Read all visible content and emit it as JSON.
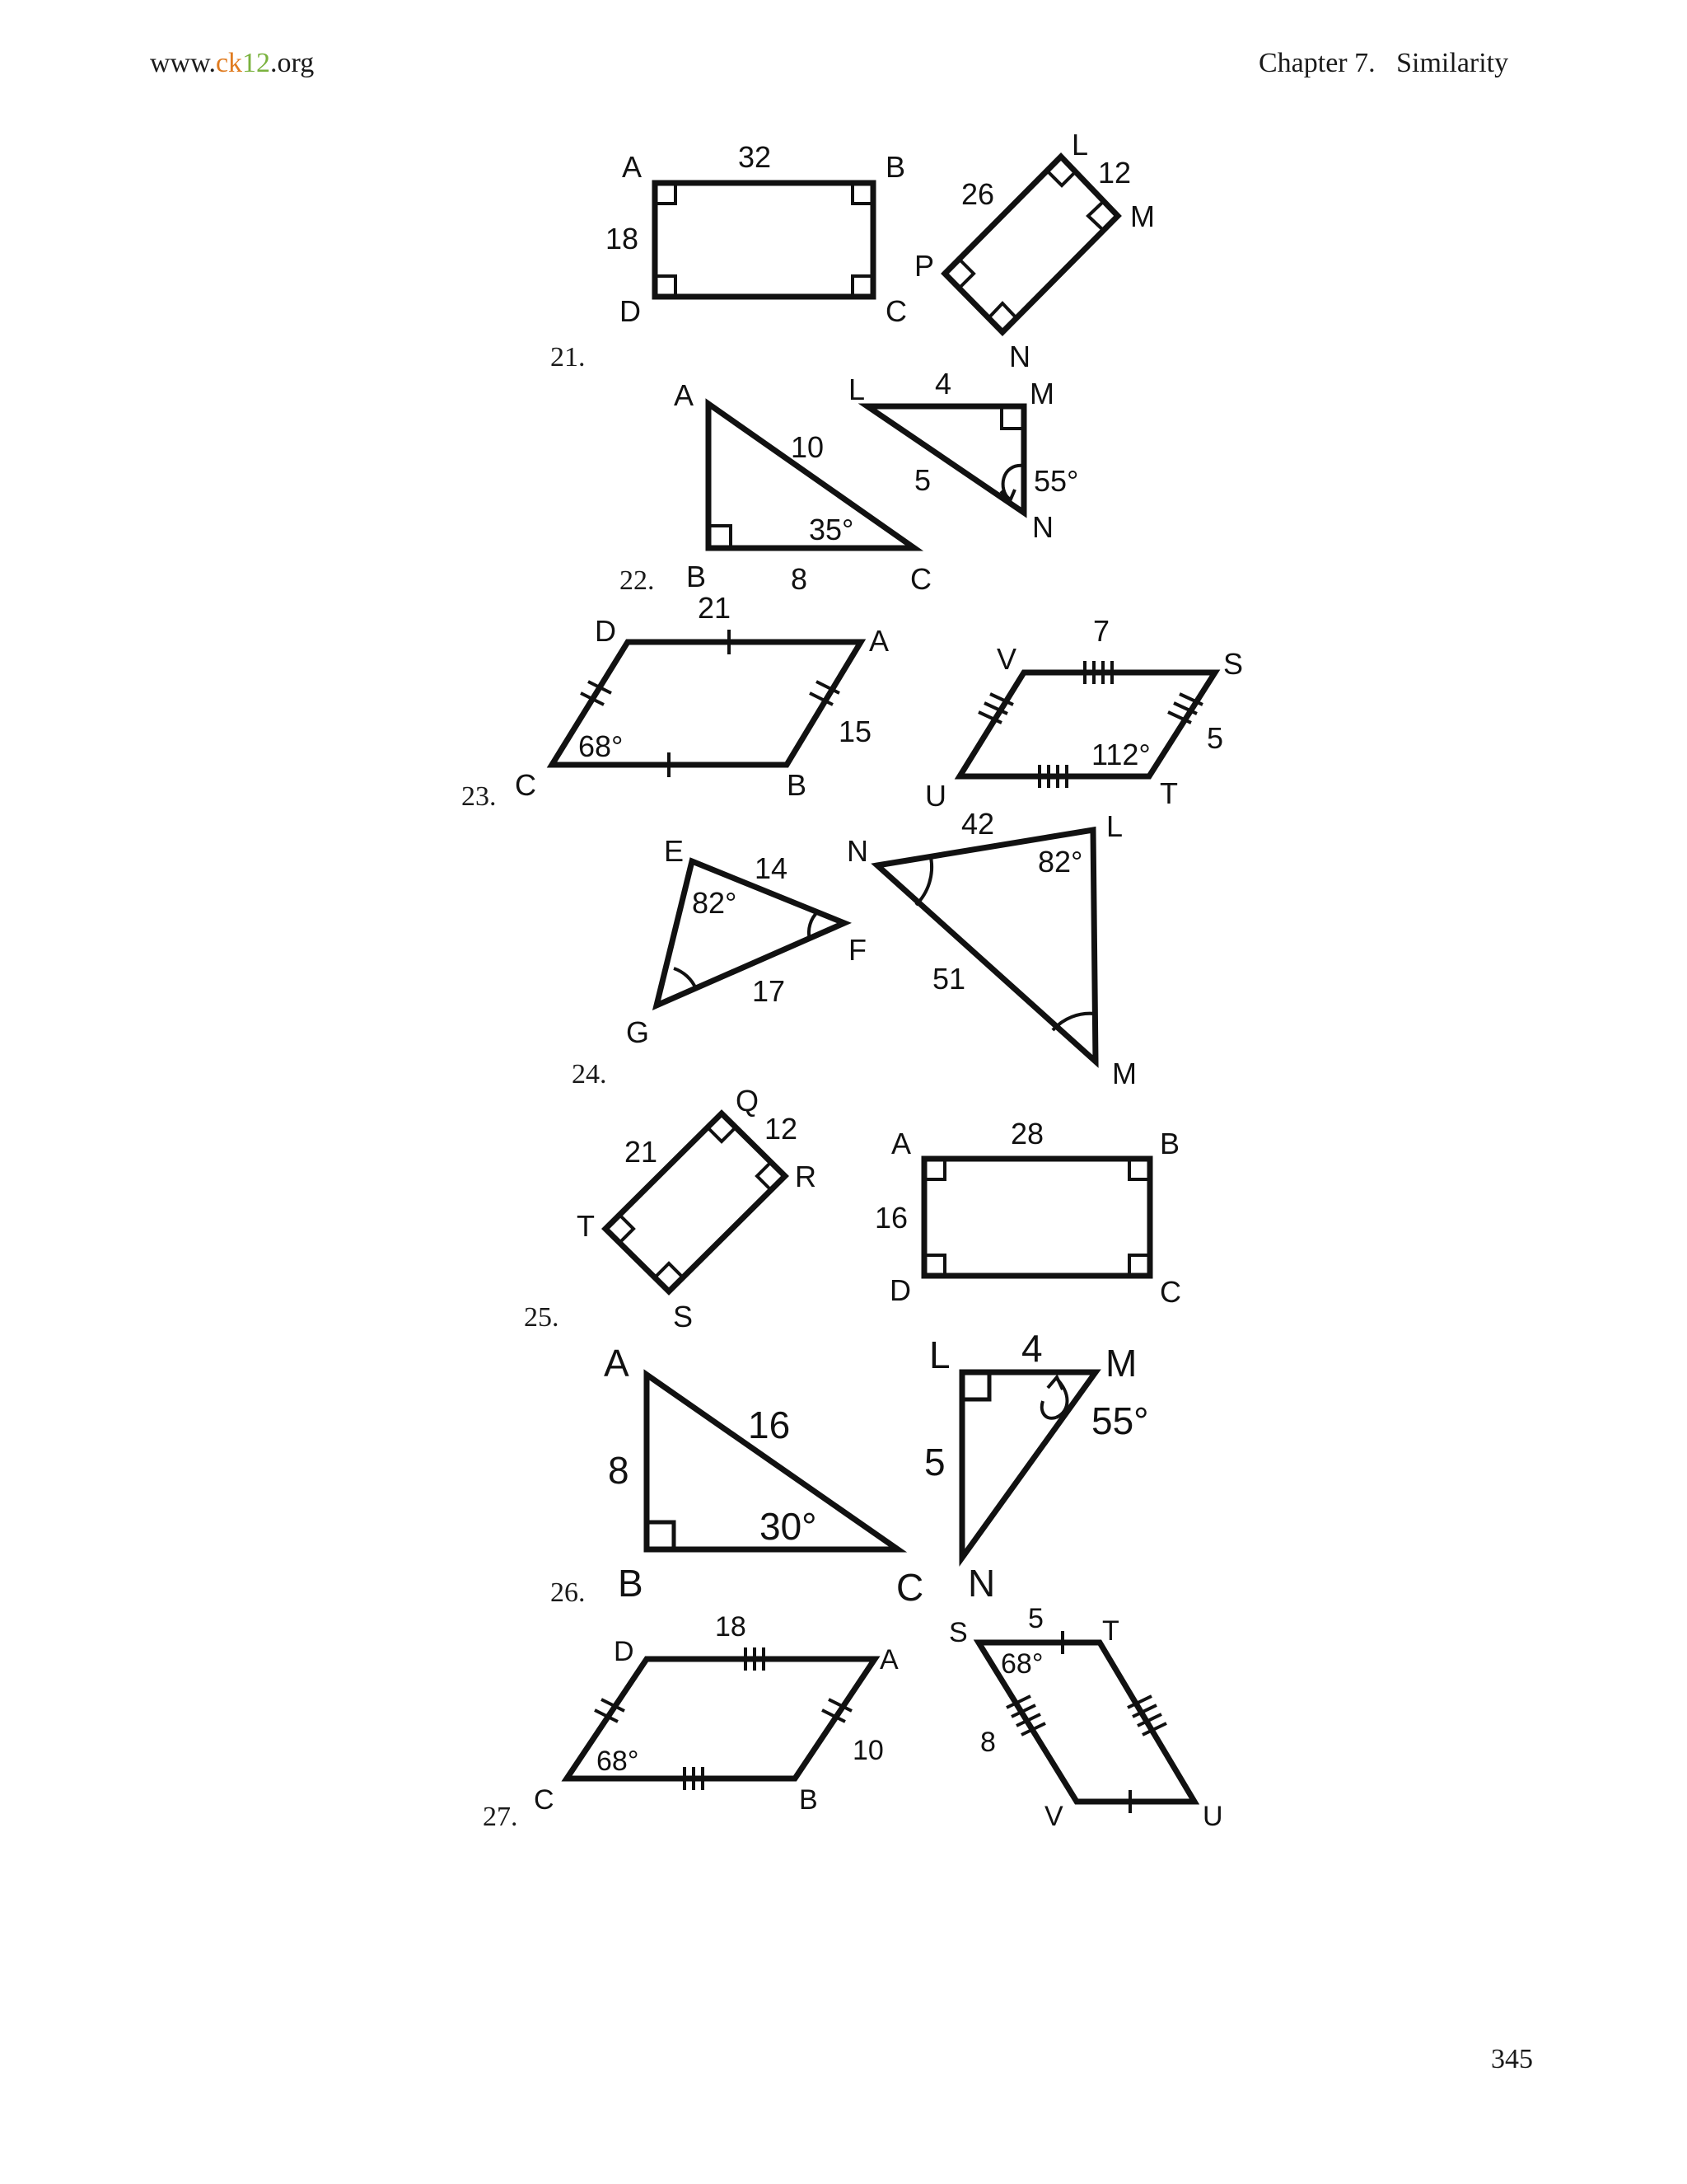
{
  "header": {
    "site_prefix": "www.",
    "site_ck": "ck",
    "site_12": "12",
    "site_suffix": ".org",
    "chapter": "Chapter 7.   Similarity"
  },
  "page_number": "345",
  "problems": [
    {
      "number": "21.",
      "labels": {
        "A": "A",
        "B": "B",
        "C": "C",
        "D": "D",
        "ab": "32",
        "ad": "18",
        "L": "L",
        "M": "M",
        "N": "N",
        "P": "P",
        "lp": "26",
        "lm": "12"
      }
    },
    {
      "number": "22.",
      "labels": {
        "A": "A",
        "B": "B",
        "C": "C",
        "ac": "10",
        "bc": "8",
        "angC": "35°",
        "L": "L",
        "M": "M",
        "N": "N",
        "lm": "4",
        "ln": "5",
        "angN": "55°"
      }
    },
    {
      "number": "23.",
      "labels": {
        "D": "D",
        "A": "A",
        "B": "B",
        "C": "C",
        "da": "21",
        "ab": "15",
        "angC": "68°",
        "V": "V",
        "S": "S",
        "T": "T",
        "U": "U",
        "vs": "7",
        "st": "5",
        "angT": "112°"
      }
    },
    {
      "number": "24.",
      "labels": {
        "E": "E",
        "F": "F",
        "G": "G",
        "ef": "14",
        "gf": "17",
        "angE": "82°",
        "N": "N",
        "L": "L",
        "M": "M",
        "nl": "42",
        "nm": "51",
        "angL": "82°"
      }
    },
    {
      "number": "25.",
      "labels": {
        "Q": "Q",
        "R": "R",
        "S": "S",
        "T": "T",
        "tq": "21",
        "qr": "12",
        "A": "A",
        "B": "B",
        "C": "C",
        "D": "D",
        "ab": "28",
        "ad": "16"
      }
    },
    {
      "number": "26.",
      "labels": {
        "A": "A",
        "B": "B",
        "C": "C",
        "ab": "8",
        "ac": "16",
        "angC": "30°",
        "L": "L",
        "M": "M",
        "N": "N",
        "lm": "4",
        "ln": "5",
        "angM": "55°"
      }
    },
    {
      "number": "27.",
      "labels": {
        "D": "D",
        "A": "A",
        "B": "B",
        "C": "C",
        "da": "18",
        "ab": "10",
        "angC": "68°",
        "S": "S",
        "T": "T",
        "U": "U",
        "V": "V",
        "st": "5",
        "sv": "8",
        "angS": "68°"
      }
    }
  ]
}
